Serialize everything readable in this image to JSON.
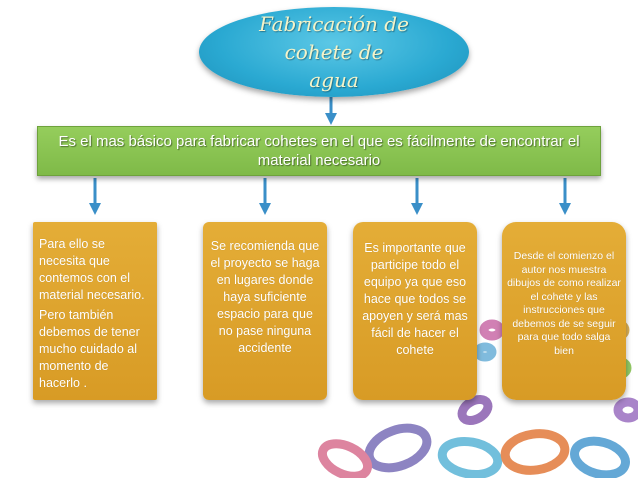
{
  "title": "Fabricación de cohete de\nagua",
  "banner": "Es el mas básico para fabricar cohetes  en el que es fácilmente de encontrar el material necesario",
  "boxes": {
    "box1_p1": "Para ello se necesita que contemos con el material necesario.",
    "box1_p2": "Pero también debemos de tener mucho cuidado al momento de hacerlo .",
    "box2": "Se recomienda que el proyecto se haga en lugares donde haya suficiente espacio para que no pase ninguna accidente",
    "box3": "Es importante que participe todo el equipo ya que eso hace que todos se apoyen y será mas fácil de hacer el cohete",
    "box4": "Desde el comienzo el autor nos muestra dibujos de como realizar el cohete y las instrucciones que debemos de se seguir para que todo salga bien"
  },
  "colors": {
    "title_fill": "#2aa9d2",
    "banner_fill": "#8cc653",
    "box_fill": "#dfa32d",
    "arrow": "#3a8fc8"
  }
}
